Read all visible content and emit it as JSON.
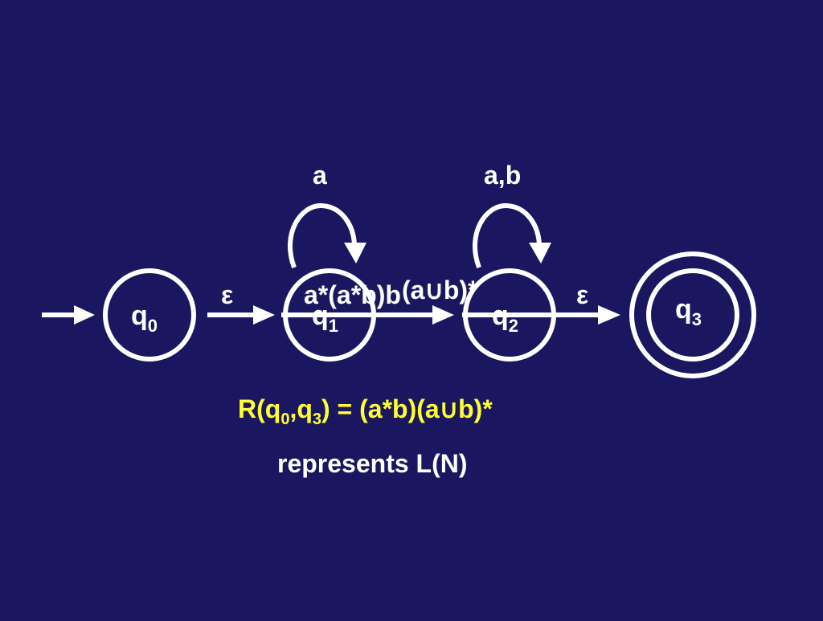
{
  "states": [
    {
      "id": "q0",
      "base": "q",
      "sub": "0",
      "accept": false
    },
    {
      "id": "q1",
      "base": "q",
      "sub": "1",
      "accept": false
    },
    {
      "id": "q2",
      "base": "q",
      "sub": "2",
      "accept": false
    },
    {
      "id": "q3",
      "base": "q",
      "sub": "3",
      "accept": true
    }
  ],
  "transitions": {
    "q0_q1": "ε",
    "q2_q3": "ε",
    "q1_q1": "a",
    "q2_q2": "a,b"
  },
  "ghost_labels": {
    "left": "a*(a*b)b",
    "right": "(a∪b)*"
  },
  "result": {
    "prefix": "R(q",
    "sub0": "0",
    "comma": ",q",
    "sub3": "3",
    "equals": ") = (a*b)(a",
    "union": "∪",
    "suffix": "b)*"
  },
  "caption": "represents L(N)",
  "colors": {
    "background": "#1a1760",
    "foreground": "#ffffff",
    "highlight": "#ffff33"
  }
}
